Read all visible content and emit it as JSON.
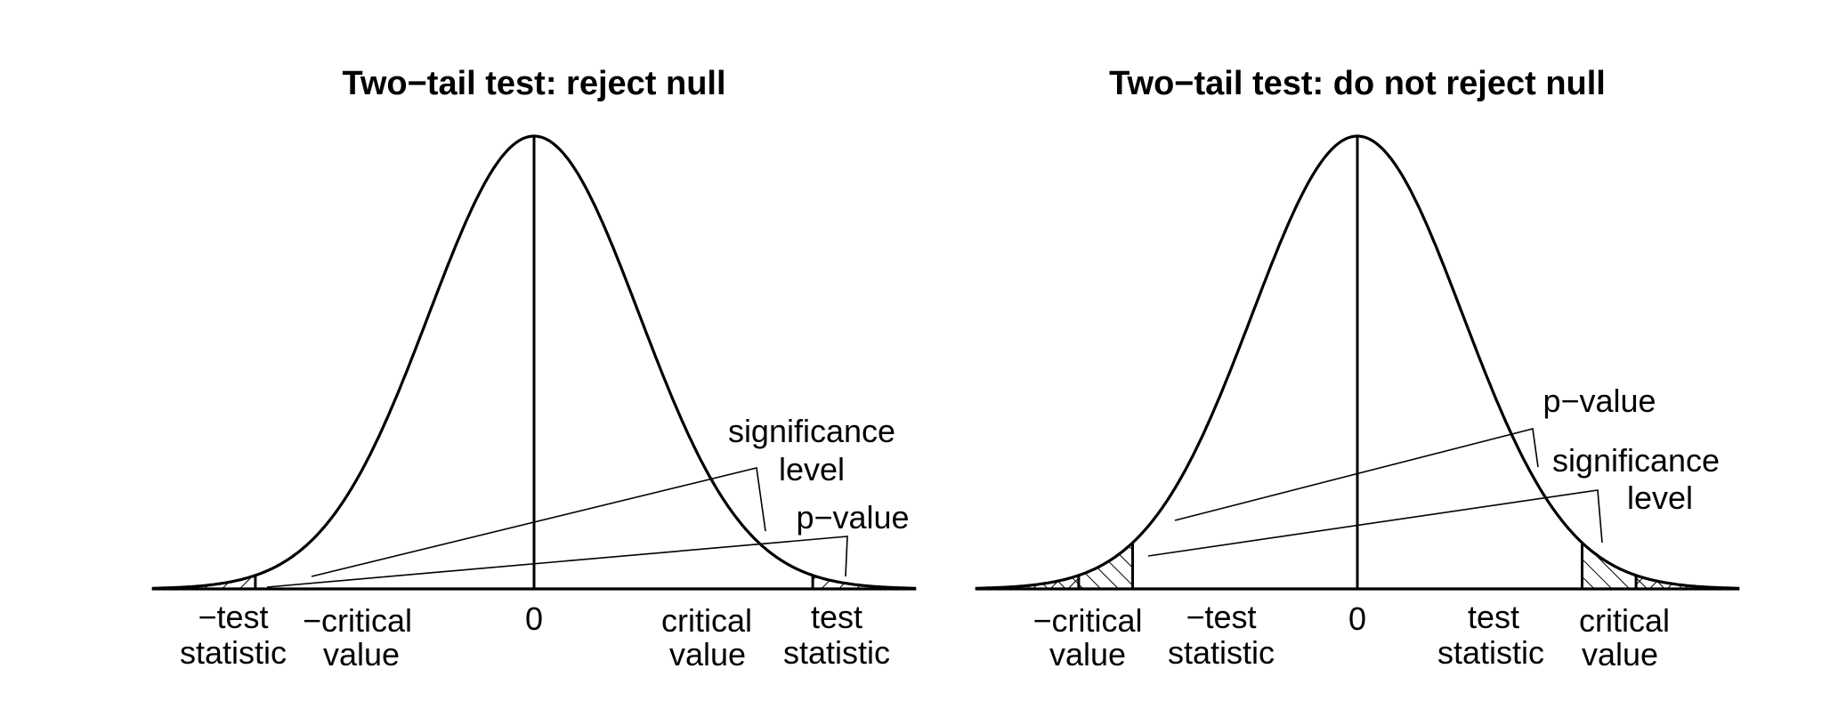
{
  "colors": {
    "ink": "#000000",
    "background": "#ffffff"
  },
  "panels": [
    {
      "title": "Two−tail test: reject null",
      "center_label": "0",
      "left_outer": {
        "line1": "−test",
        "line2": "statistic",
        "x": -3.75
      },
      "left_inner": {
        "line1": "−critical",
        "line2": "value",
        "x": -3.1
      },
      "right_inner": {
        "line1": "critical",
        "line2": "value",
        "x": 3.1
      },
      "right_outer": {
        "line1": "test",
        "line2": "statistic",
        "x": 3.75
      },
      "annotations": {
        "significance": {
          "line1": "significance",
          "line2": "level"
        },
        "pvalue": {
          "line1": "p−value"
        }
      }
    },
    {
      "title": "Two−tail test: do not reject null",
      "center_label": "0",
      "left_outer": {
        "line1": "−critical",
        "line2": "value",
        "x": -3.1
      },
      "left_inner": {
        "line1": "−test",
        "line2": "statistic",
        "x": -2.5
      },
      "right_inner": {
        "line1": "test",
        "line2": "statistic",
        "x": 2.5
      },
      "right_outer": {
        "line1": "critical",
        "line2": "value",
        "x": 3.1
      },
      "annotations": {
        "pvalue": {
          "line1": "p−value"
        },
        "significance": {
          "line1": "significance",
          "line2": "level"
        }
      }
    }
  ]
}
